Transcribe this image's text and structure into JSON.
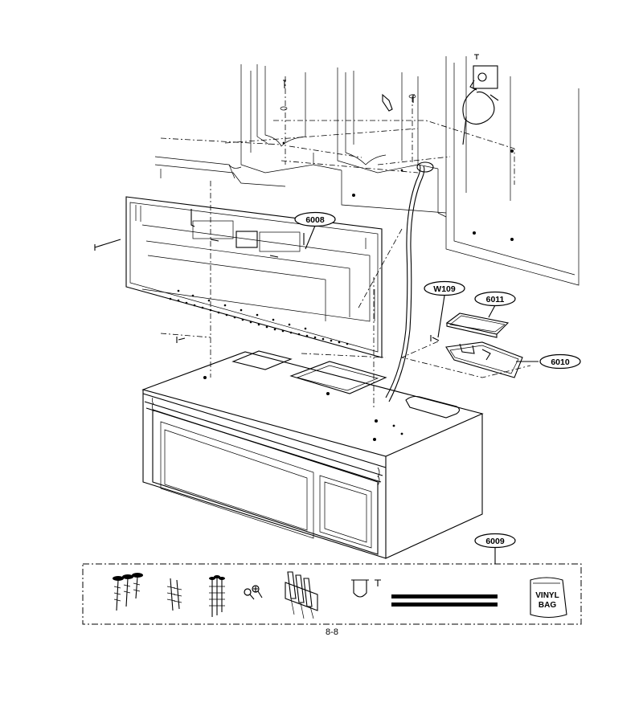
{
  "callouts": {
    "bracket": "6008",
    "kit": "6009",
    "duct": "6010",
    "damper": "6011",
    "wire": "W109"
  },
  "vinyl_bag": {
    "line1": "VINYL",
    "line2": "BAG"
  },
  "page_number": "8-8"
}
